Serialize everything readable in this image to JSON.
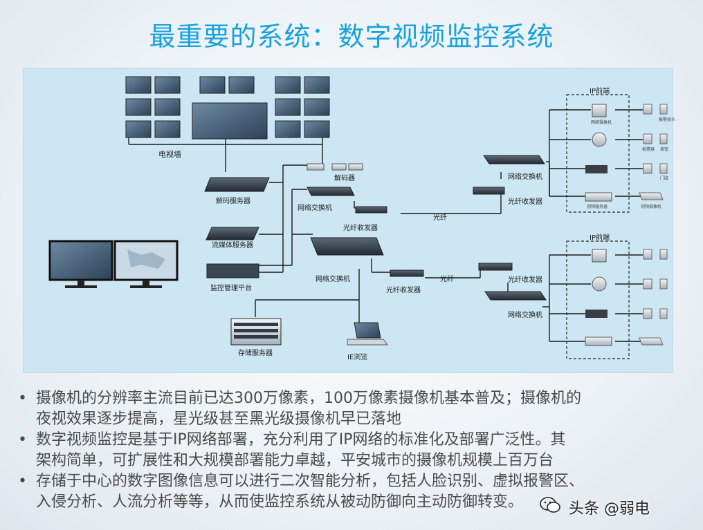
{
  "slide": {
    "title": "最重要的系统：数字视频监控系统"
  },
  "diagram": {
    "labels": {
      "tv_wall": "电视墙",
      "decoder_server": "解码服务器",
      "streaming_server": "流媒体服务器",
      "monitor_platform": "监控管理平台",
      "storage_server": "存储服务器",
      "ie_browse": "IE浏览",
      "decoder": "解码器",
      "switch_top": "网络交换机",
      "fiber_top": "光纤收发器",
      "fiber_link_top": "光纤",
      "core_switch": "网络交换机",
      "fiber_bottom": "光纤收发器",
      "fiber_link_bottom": "光纤",
      "remote_switch_1": "网络交换机",
      "remote_fiber_1": "光纤收发器",
      "remote_fiber_2": "光纤收发器",
      "remote_switch_2": "网络交换机",
      "ip_front_1": "IP前端",
      "ip_front_2": "IP前端"
    },
    "device_tags": {
      "net_camera": "网络摄像机",
      "alarm_probe": "报警探头",
      "alarm": "报警器",
      "door_sensor": "门磁",
      "video_server": "视频服务器",
      "button": "按钮",
      "hd_camera": "视频摄像机"
    }
  },
  "bullets": [
    {
      "line1": "摄像机的分辨率主流目前已达300万像素，100万像素摄像机基本普及；摄像机的",
      "line2": "夜视效果逐步提高，星光级甚至黑光级摄像机早已落地"
    },
    {
      "line1": "数字视频监控是基于IP网络部署，充分利用了IP网络的标准化及部署广泛性。其",
      "line2": "架构简单，可扩展性和大规模部署能力卓越，平安城市的摄像机规模上百万台"
    },
    {
      "line1": "存储于中心的数字图像信息可以进行二次智能分析，包括人脸识别、虚拟报警区、",
      "line2": "入侵分析、人流分析等等，从而使监控系统从被动防御向主动防御转变。"
    }
  ],
  "watermark": {
    "text": "头条 @弱电"
  }
}
